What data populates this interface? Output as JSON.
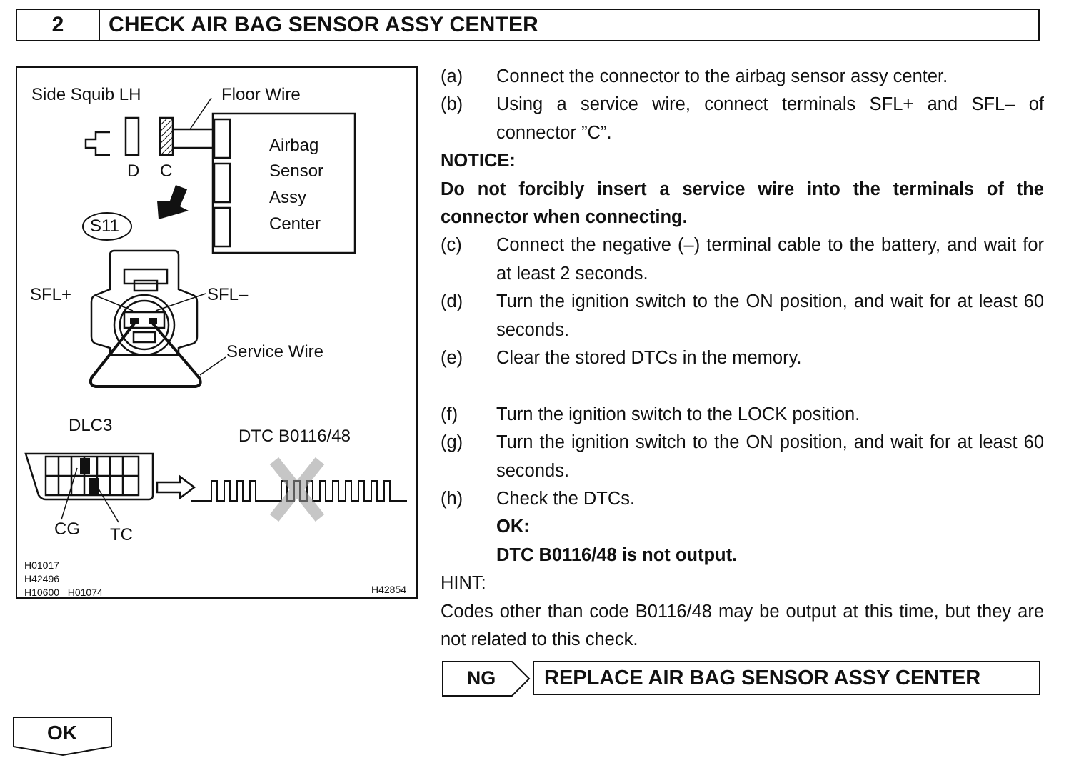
{
  "header": {
    "step_number": "2",
    "title": "CHECK AIR BAG SENSOR ASSY CENTER"
  },
  "figure": {
    "side_squib": "Side Squib LH",
    "floor_wire": "Floor Wire",
    "sensor_lines": [
      "Airbag",
      "Sensor",
      "Assy",
      "Center"
    ],
    "conn_d": "D",
    "conn_c": "C",
    "conn_code": "S11",
    "sfl_plus": "SFL+",
    "sfl_minus": "SFL–",
    "service_wire": "Service Wire",
    "dlc3": "DLC3",
    "dtc_label": "DTC B0116/48",
    "cg": "CG",
    "tc": "TC",
    "ref_codes": [
      "H01017",
      "H42496",
      "H10600   H01074"
    ],
    "fig_code": "H42854"
  },
  "steps": [
    {
      "label": "(a)",
      "text": "Connect the connector to the airbag sensor assy center."
    },
    {
      "label": "(b)",
      "text": "Using a service wire, connect terminals SFL+ and SFL– of connector ”C”."
    },
    {
      "label": "(c)",
      "text": "Connect the negative (–) terminal cable to the battery, and wait for at least 2 seconds."
    },
    {
      "label": "(d)",
      "text": "Turn the ignition switch to the ON position, and wait for at least 60 seconds."
    },
    {
      "label": "(e)",
      "text": "Clear the stored DTCs in the memory."
    },
    {
      "label": "(f)",
      "text": "Turn the ignition switch to the LOCK position."
    },
    {
      "label": "(g)",
      "text": "Turn the ignition switch to the ON position, and wait for at least 60 seconds."
    },
    {
      "label": "(h)",
      "text": "Check the DTCs."
    }
  ],
  "notice": {
    "heading": "NOTICE:",
    "text": "Do not forcibly insert a service wire into the terminals of the connector when connecting."
  },
  "ok_result": {
    "heading": "OK:",
    "text": "DTC B0116/48 is not output."
  },
  "hint": {
    "heading": "HINT:",
    "text": "Codes other than code B0116/48 may be output at this time, but they are not related to this check."
  },
  "ng": {
    "label": "NG",
    "action": "REPLACE AIR BAG SENSOR ASSY CENTER"
  },
  "ok_button": {
    "label": "OK"
  }
}
